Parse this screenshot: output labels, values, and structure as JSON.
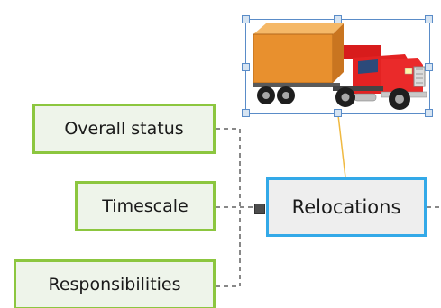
{
  "map": {
    "central_topic": {
      "label": "Relocations"
    },
    "subtopics": [
      {
        "label": "Overall status"
      },
      {
        "label": "Timescale"
      },
      {
        "label": "Responsibilities"
      }
    ],
    "image": {
      "icon": "truck-icon",
      "selected": true
    }
  },
  "colors": {
    "central_border": "#33a9e8",
    "subtopic_border": "#8cc63f",
    "subtopic_fill": "#eef4ea",
    "connector": "#888888",
    "image_link": "#f0b941",
    "selection_handle": "#5a8cc8"
  }
}
